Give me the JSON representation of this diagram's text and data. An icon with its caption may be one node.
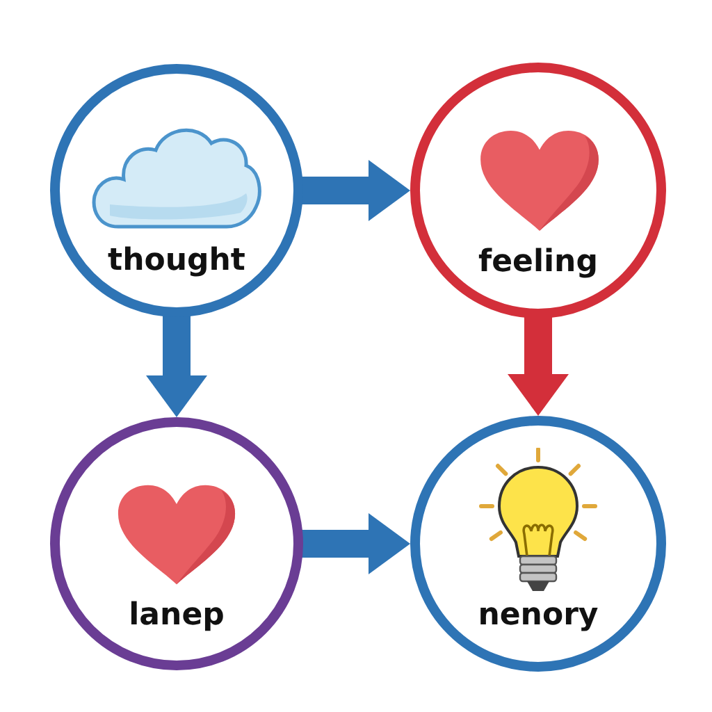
{
  "diagram": {
    "nodes": [
      {
        "text": [
          "thought"
        ]
      },
      {
        "text": [
          "feeling"
        ]
      },
      {
        "text": [
          "lanep"
        ]
      },
      {
        "text": [
          "nenory"
        ]
      }
    ],
    "edges": [
      {
        "from": 0,
        "to": 1,
        "arrow": "to"
      },
      {
        "from": 0,
        "to": 2,
        "arrow": "to"
      },
      {
        "from": 1,
        "to": 3,
        "arrow": "to",
        "color": "#d32f3a"
      },
      {
        "from": 2,
        "to": 3,
        "arrow": "to"
      }
    ]
  }
}
